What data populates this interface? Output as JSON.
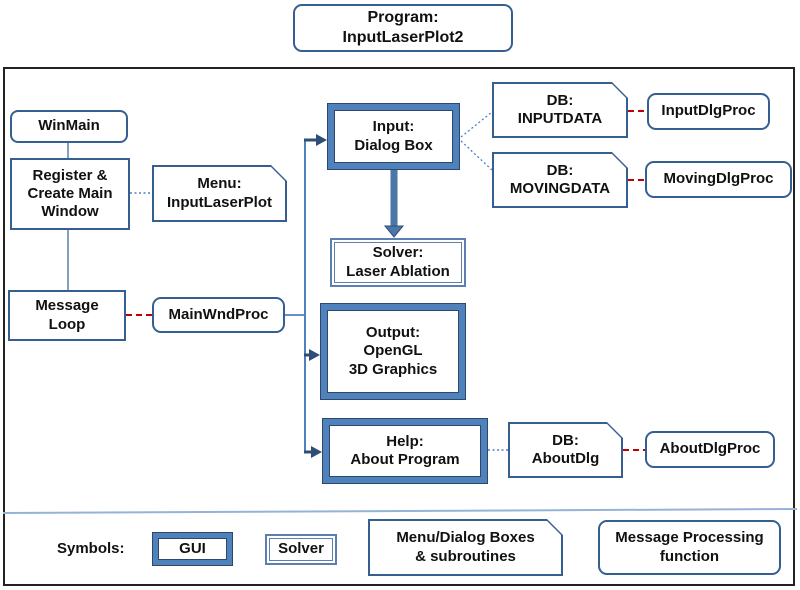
{
  "program": {
    "label": "Program:\nInputLaserPlot2"
  },
  "flow": {
    "winmain": "WinMain",
    "register_create_main_window": "Register &\nCreate Main\nWindow",
    "message_loop": "Message\nLoop",
    "menu_inputlaserplot": "Menu:\nInputLaserPlot",
    "mainwndproc": "MainWndProc",
    "input_dialog_box": "Input:\nDialog Box",
    "solver_laser_ablation": "Solver:\nLaser Ablation",
    "output_opengl": "Output:\nOpenGL\n3D Graphics",
    "help_about_program": "Help:\nAbout Program",
    "db_inputdata": "DB:\nINPUTDATA",
    "db_movingdata": "DB:\nMOVINGDATA",
    "db_aboutdlg": "DB:\nAboutDlg",
    "inputdlgproc": "InputDlgProc",
    "movingdlgproc": "MovingDlgProc",
    "aboutdlgproc": "AboutDlgProc"
  },
  "legend": {
    "title": "Symbols:",
    "gui": "GUI",
    "solver": "Solver",
    "menu_dialog": "Menu/Dialog Boxes\n& subroutines",
    "message_processing": "Message Processing\nfunction"
  },
  "colors": {
    "box_border_blue": "#365f91",
    "gui_fill_blue": "#4f81bd",
    "gui_outline": "#2e4968",
    "connector_blue": "#4f81bd",
    "red_dashed": "#c00000",
    "divider_blue": "#95b3d7",
    "outer_frame": "#222222"
  }
}
